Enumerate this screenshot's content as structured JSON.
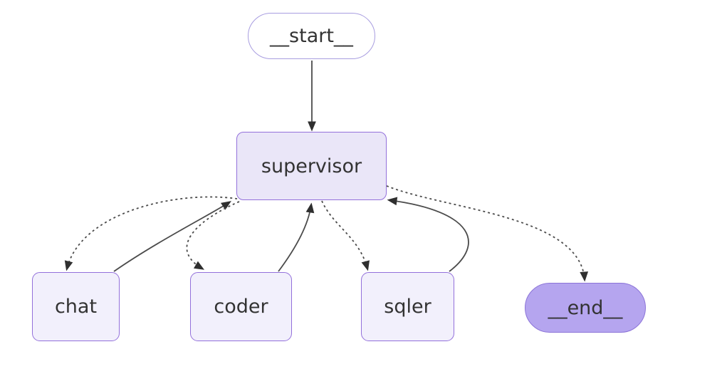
{
  "diagram": {
    "type": "flowchart",
    "nodes": [
      {
        "id": "__start__",
        "label": "__start__",
        "shape": "stadium"
      },
      {
        "id": "supervisor",
        "label": "supervisor",
        "shape": "rounded-rect"
      },
      {
        "id": "chat",
        "label": "chat",
        "shape": "rounded-rect"
      },
      {
        "id": "coder",
        "label": "coder",
        "shape": "rounded-rect"
      },
      {
        "id": "sqler",
        "label": "sqler",
        "shape": "rounded-rect"
      },
      {
        "id": "__end__",
        "label": "__end__",
        "shape": "stadium"
      }
    ],
    "edges": [
      {
        "from": "__start__",
        "to": "supervisor",
        "style": "solid"
      },
      {
        "from": "supervisor",
        "to": "chat",
        "style": "dotted"
      },
      {
        "from": "chat",
        "to": "supervisor",
        "style": "solid"
      },
      {
        "from": "supervisor",
        "to": "coder",
        "style": "dotted"
      },
      {
        "from": "coder",
        "to": "supervisor",
        "style": "solid"
      },
      {
        "from": "supervisor",
        "to": "sqler",
        "style": "dotted"
      },
      {
        "from": "sqler",
        "to": "supervisor",
        "style": "solid"
      },
      {
        "from": "supervisor",
        "to": "__end__",
        "style": "dotted"
      }
    ],
    "colors": {
      "canvas_background": "#ffffff",
      "node_border": "#9370DB",
      "start_border": "#a89de0",
      "start_fill": "#ffffff",
      "supervisor_fill": "#eae6f8",
      "agent_fill": "#f2f0fc",
      "end_fill": "#b5a5ef",
      "end_border": "#8c74d8",
      "edge_color": "#4b4b4b",
      "arrow_color": "#2f2f2f",
      "text_color": "#333333"
    }
  }
}
